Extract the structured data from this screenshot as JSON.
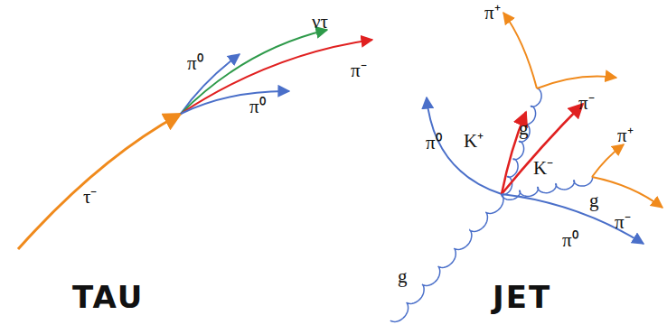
{
  "diagram": {
    "labels": [
      "ντ",
      "π⁰",
      "π⁻",
      "π⁰",
      "τ⁻",
      "TAU",
      "π⁺",
      "π⁻",
      "g",
      "π⁰",
      "K⁺",
      "π⁺",
      "K⁻",
      "g",
      "π⁻",
      "π⁰",
      "g",
      "JET"
    ]
  }
}
